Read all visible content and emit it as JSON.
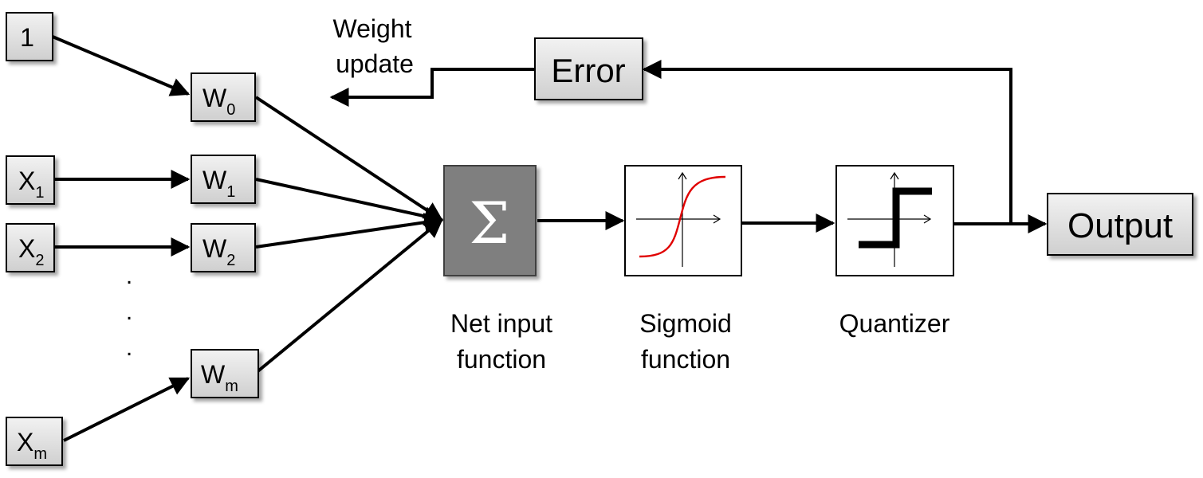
{
  "inputs": [
    {
      "main": "1",
      "sub": ""
    },
    {
      "main": "X",
      "sub": "1"
    },
    {
      "main": "X",
      "sub": "2"
    },
    {
      "main": "X",
      "sub": "m"
    }
  ],
  "weights": [
    {
      "main": "W",
      "sub": "0"
    },
    {
      "main": "W",
      "sub": "1"
    },
    {
      "main": "W",
      "sub": "2"
    },
    {
      "main": "W",
      "sub": "m"
    }
  ],
  "ellipsis_dot": ".",
  "sum_symbol": "Σ",
  "net_input_label": [
    "Net input",
    "function"
  ],
  "sigmoid_label": [
    "Sigmoid",
    "function"
  ],
  "quantizer_label": "Quantizer",
  "output_label": "Output",
  "error_label": "Error",
  "weight_update_label": [
    "Weight",
    "update"
  ],
  "colors": {
    "box_fill": "#d9d9d9",
    "sum_fill": "#7f7f7f",
    "sigmoid_curve": "#e00000",
    "line": "#000000"
  }
}
